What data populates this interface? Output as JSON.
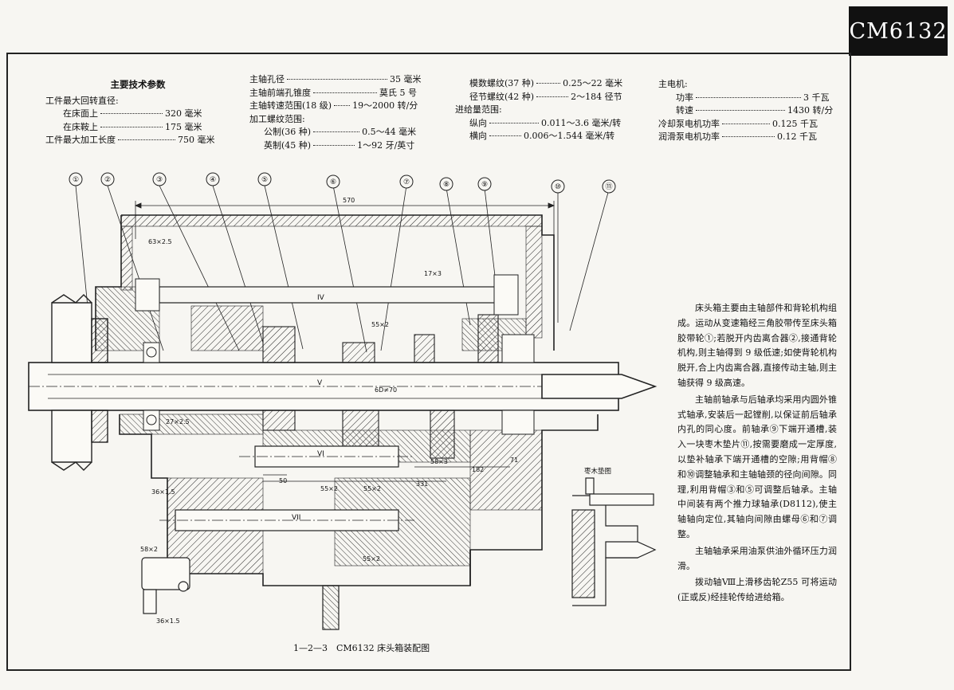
{
  "model_tag": "CM6132",
  "specs_col1": {
    "title": "主要技术参数",
    "group": "工件最大回转直径:",
    "rows": [
      {
        "key": "在床面上",
        "value": "320 毫米"
      },
      {
        "key": "在床鞍上",
        "value": "175 毫米"
      },
      {
        "key": "工件最大加工长度",
        "value": "750 毫米"
      }
    ]
  },
  "specs_col2": {
    "rows": [
      {
        "key": "主轴孔径",
        "value": "35 毫米"
      },
      {
        "key": "主轴前端孔锥度",
        "value": "莫氏 5 号"
      },
      {
        "key": "主轴转速范围(18 级)",
        "value": "19～2000 转/分"
      }
    ],
    "group": "加工螺纹范围:",
    "thread_rows": [
      {
        "key": "公制(36 种)",
        "value": "0.5～44 毫米"
      },
      {
        "key": "英制(45 种)",
        "value": "1～92 牙/英寸"
      }
    ]
  },
  "specs_col3": {
    "rows": [
      {
        "key": "模数螺纹(37 种)",
        "value": "0.25～22 毫米"
      },
      {
        "key": "径节螺纹(42 种)",
        "value": "2～184 径节"
      }
    ],
    "group": "进给量范围:",
    "feed_rows": [
      {
        "key": "纵向",
        "value": "0.011～3.6 毫米/转"
      },
      {
        "key": "横向",
        "value": "0.006～1.544 毫米/转"
      }
    ]
  },
  "specs_col4": {
    "group": "主电机:",
    "motor_rows": [
      {
        "key": "功率",
        "value": "3 千瓦"
      },
      {
        "key": "转速",
        "value": "1430 转/分"
      }
    ],
    "rows": [
      {
        "key": "冷却泵电机功率",
        "value": "0.125 千瓦"
      },
      {
        "key": "润滑泵电机功率",
        "value": "0.12 千瓦"
      }
    ]
  },
  "description": [
    "床头箱主要由主轴部件和背轮机构组成。运动从变速箱经三角胶带传至床头箱胶带轮①;若脱开内齿离合器②,接通背轮机构,则主轴得到 9 级低速;如使背轮机构脱开,合上内齿离合器,直接传动主轴,则主轴获得 9 级高速。",
    "主轴前轴承与后轴承均采用内圆外锥式轴承,安装后一起镗削,以保证前后轴承内孔的同心度。前轴承⑨下端开通槽,装入一块枣木垫片⑪,按需要磨成一定厚度,以垫补轴承下端开通槽的空隙;用背帽⑧和⑩调整轴承和主轴轴颈的径向间隙。同理,利用背帽③和⑤可调整后轴承。主轴中间装有两个推力球轴承(D8112),使主轴轴向定位,其轴向间隙由螺母⑥和⑦调整。",
    "主轴轴承采用油泵供油外循环压力润滑。",
    "拨动轴Ⅷ上滑移齿轮Z55 可将运动(正或反)经挂轮传给进给箱。"
  ],
  "caption": "1—2—3　CM6132 床头箱装配图",
  "inset_title": "枣木垫图",
  "callouts": [
    "①",
    "②",
    "③",
    "④",
    "⑤",
    "⑥",
    "⑦",
    "⑧",
    "⑨",
    "⑩",
    "⑪"
  ],
  "dimensions": {
    "overall": "570",
    "d1": "331",
    "d2": "182",
    "d3": "71",
    "d4": "50"
  },
  "drawing_labels": {
    "s1": "63×2.5",
    "s2": "17×3",
    "s3": "55×2",
    "s4": "27×2.5",
    "s5": "55×2",
    "s6": "55×2",
    "s7": "58×3",
    "s8": "36×1.5",
    "s9": "58×2",
    "s10": "55×2",
    "s11": "36×1.5",
    "shaft_iv": "IV",
    "shaft_v": "V",
    "shaft_vi": "VI",
    "shaft_vii": "VII",
    "fit_labels": "6D≠70"
  }
}
